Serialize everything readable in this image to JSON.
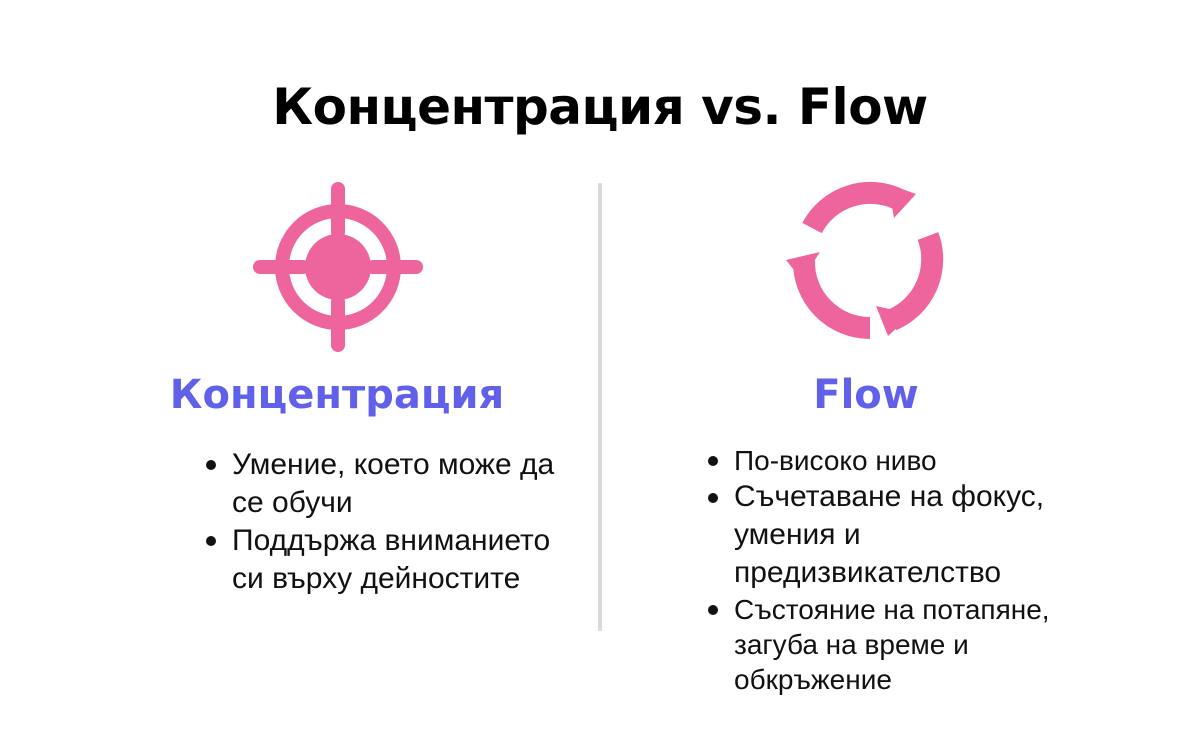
{
  "title": "Концентрация vs. Flow",
  "colors": {
    "accent_pink": "#ee659e",
    "heading_purple": "#6060ea",
    "divider": "#d9d9d9",
    "text": "#111111"
  },
  "left": {
    "icon": "target-crosshair-icon",
    "heading": "Концентрация",
    "bullets": [
      "Умение, което може да се обучи",
      "Поддържа вниманието си върху дейностите"
    ]
  },
  "right": {
    "icon": "cycle-arrows-icon",
    "heading": "Flow",
    "bullets": [
      "По-високо ниво",
      "Съчетаване на фокус, умения и предизвикателство",
      "Състояние на потапяне, загуба на време и обкръжение"
    ]
  }
}
